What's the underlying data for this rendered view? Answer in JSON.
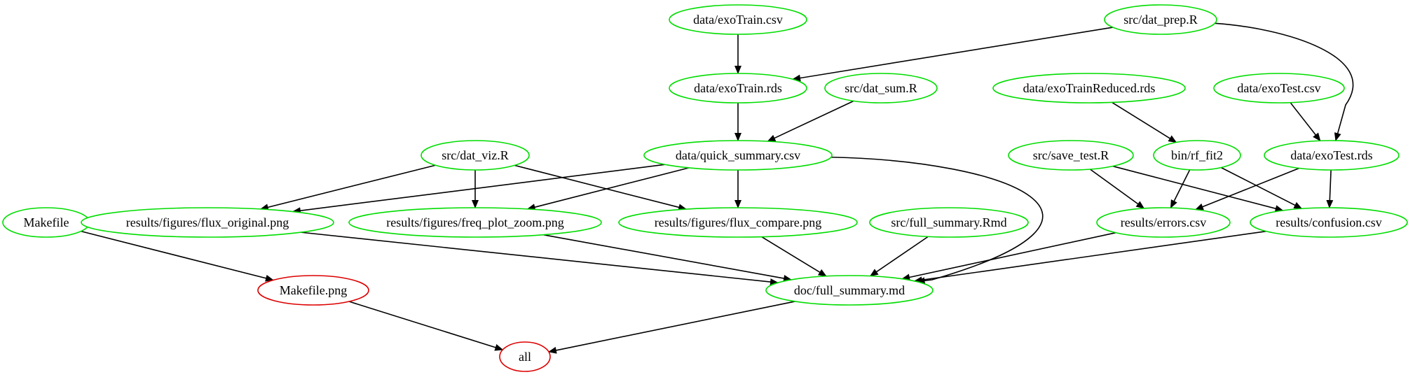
{
  "diagram": {
    "type": "dependency-graph",
    "colors": {
      "up_to_date": "#00dd00",
      "outdated": "#dd0000",
      "edge": "#000000"
    },
    "nodes": [
      {
        "id": "exoTrain_csv",
        "label": "data/exoTrain.csv",
        "status": "up_to_date"
      },
      {
        "id": "dat_prep_R",
        "label": "src/dat_prep.R",
        "status": "up_to_date"
      },
      {
        "id": "exoTrain_rds",
        "label": "data/exoTrain.rds",
        "status": "up_to_date"
      },
      {
        "id": "dat_sum_R",
        "label": "src/dat_sum.R",
        "status": "up_to_date"
      },
      {
        "id": "exoTrainReduced_rds",
        "label": "data/exoTrainReduced.rds",
        "status": "up_to_date"
      },
      {
        "id": "exoTest_csv",
        "label": "data/exoTest.csv",
        "status": "up_to_date"
      },
      {
        "id": "dat_viz_R",
        "label": "src/dat_viz.R",
        "status": "up_to_date"
      },
      {
        "id": "quick_summary_csv",
        "label": "data/quick_summary.csv",
        "status": "up_to_date"
      },
      {
        "id": "save_test_R",
        "label": "src/save_test.R",
        "status": "up_to_date"
      },
      {
        "id": "rf_fit2",
        "label": "bin/rf_fit2",
        "status": "up_to_date"
      },
      {
        "id": "exoTest_rds",
        "label": "data/exoTest.rds",
        "status": "up_to_date"
      },
      {
        "id": "Makefile",
        "label": "Makefile",
        "status": "up_to_date"
      },
      {
        "id": "flux_original_png",
        "label": "results/figures/flux_original.png",
        "status": "up_to_date"
      },
      {
        "id": "freq_plot_zoom_png",
        "label": "results/figures/freq_plot_zoom.png",
        "status": "up_to_date"
      },
      {
        "id": "flux_compare_png",
        "label": "results/figures/flux_compare.png",
        "status": "up_to_date"
      },
      {
        "id": "full_summary_Rmd",
        "label": "src/full_summary.Rmd",
        "status": "up_to_date"
      },
      {
        "id": "errors_csv",
        "label": "results/errors.csv",
        "status": "up_to_date"
      },
      {
        "id": "confusion_csv",
        "label": "results/confusion.csv",
        "status": "up_to_date"
      },
      {
        "id": "Makefile_png",
        "label": "Makefile.png",
        "status": "outdated"
      },
      {
        "id": "full_summary_md",
        "label": "doc/full_summary.md",
        "status": "up_to_date"
      },
      {
        "id": "all",
        "label": "all",
        "status": "outdated"
      }
    ],
    "edges": [
      {
        "from": "exoTrain_csv",
        "to": "exoTrain_rds"
      },
      {
        "from": "dat_prep_R",
        "to": "exoTrain_rds"
      },
      {
        "from": "dat_prep_R",
        "to": "exoTest_rds"
      },
      {
        "from": "exoTrain_rds",
        "to": "quick_summary_csv"
      },
      {
        "from": "dat_sum_R",
        "to": "quick_summary_csv"
      },
      {
        "from": "exoTrainReduced_rds",
        "to": "rf_fit2"
      },
      {
        "from": "exoTest_csv",
        "to": "exoTest_rds"
      },
      {
        "from": "dat_viz_R",
        "to": "flux_original_png"
      },
      {
        "from": "dat_viz_R",
        "to": "freq_plot_zoom_png"
      },
      {
        "from": "dat_viz_R",
        "to": "flux_compare_png"
      },
      {
        "from": "quick_summary_csv",
        "to": "flux_original_png"
      },
      {
        "from": "quick_summary_csv",
        "to": "freq_plot_zoom_png"
      },
      {
        "from": "quick_summary_csv",
        "to": "flux_compare_png"
      },
      {
        "from": "quick_summary_csv",
        "to": "full_summary_md"
      },
      {
        "from": "save_test_R",
        "to": "errors_csv"
      },
      {
        "from": "save_test_R",
        "to": "confusion_csv"
      },
      {
        "from": "rf_fit2",
        "to": "errors_csv"
      },
      {
        "from": "rf_fit2",
        "to": "confusion_csv"
      },
      {
        "from": "exoTest_rds",
        "to": "errors_csv"
      },
      {
        "from": "exoTest_rds",
        "to": "confusion_csv"
      },
      {
        "from": "Makefile",
        "to": "Makefile_png"
      },
      {
        "from": "flux_original_png",
        "to": "full_summary_md"
      },
      {
        "from": "freq_plot_zoom_png",
        "to": "full_summary_md"
      },
      {
        "from": "flux_compare_png",
        "to": "full_summary_md"
      },
      {
        "from": "full_summary_Rmd",
        "to": "full_summary_md"
      },
      {
        "from": "errors_csv",
        "to": "full_summary_md"
      },
      {
        "from": "confusion_csv",
        "to": "full_summary_md"
      },
      {
        "from": "Makefile_png",
        "to": "all"
      },
      {
        "from": "full_summary_md",
        "to": "all"
      }
    ]
  }
}
